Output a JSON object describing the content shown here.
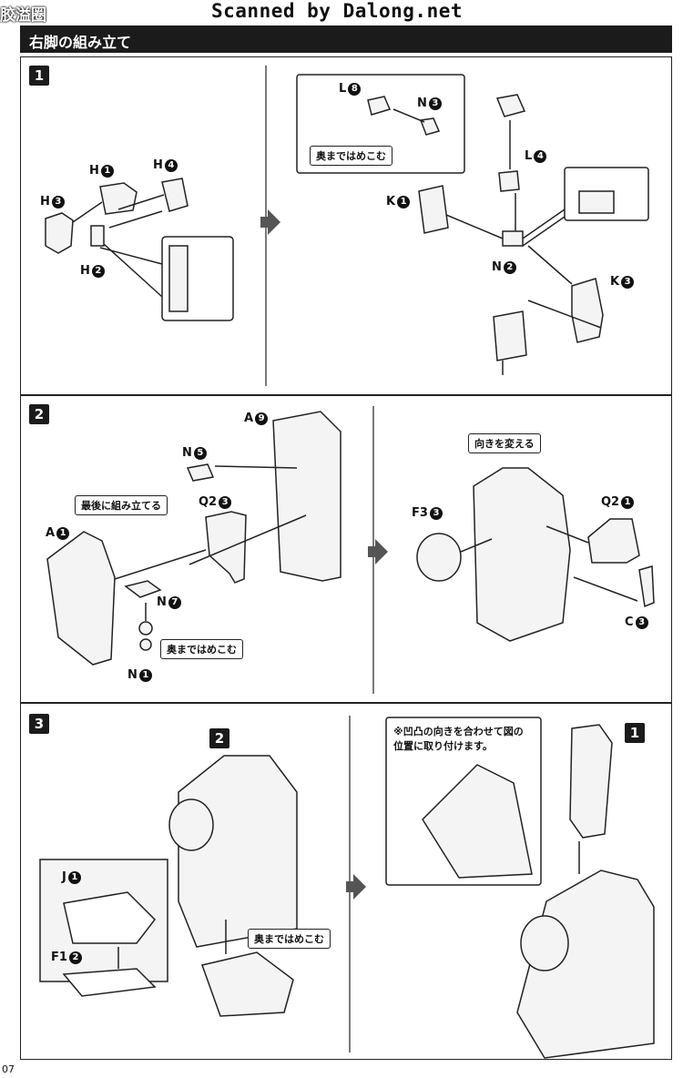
{
  "watermark": "Scanned by Dalong.net",
  "corner_logo": "胶溢圈",
  "header": {
    "title": "右脚の組み立て"
  },
  "page_number": "07",
  "steps": [
    {
      "badge": "1",
      "left_parts": {
        "h1": "H",
        "h1_num": "1",
        "h2": "H",
        "h2_num": "2",
        "h3": "H",
        "h3_num": "3",
        "h4": "H",
        "h4_num": "4"
      },
      "right_parts": {
        "l8": "L",
        "l8_num": "8",
        "n3": "N",
        "n3_num": "3",
        "l4": "L",
        "l4_num": "4",
        "k1": "K",
        "k1_num": "1",
        "n2": "N",
        "n2_num": "2",
        "k3": "K",
        "k3_num": "3"
      },
      "note_push": "奥まではめこむ"
    },
    {
      "badge": "2",
      "left_parts": {
        "a9": "A",
        "a9_num": "9",
        "n5": "N",
        "n5_num": "5",
        "q23": "Q2",
        "q23_num": "3",
        "a1": "A",
        "a1_num": "1",
        "n7": "N",
        "n7_num": "7",
        "n1": "N",
        "n1_num": "1"
      },
      "note_last": "最後に組み立てる",
      "note_push": "奥まではめこむ",
      "right_parts": {
        "f33": "F3",
        "f33_num": "3",
        "q21": "Q2",
        "q21_num": "1",
        "c3": "C",
        "c3_num": "3"
      },
      "note_direction": "向きを変える"
    },
    {
      "badge": "3",
      "sub_badge_2": "2",
      "sub_badge_1": "1",
      "left_parts": {
        "j1": "J",
        "j1_num": "1",
        "f12": "F1",
        "f12_num": "2"
      },
      "note_push": "奥まではめこむ",
      "note_align_line1": "※凹凸の向きを合わせて図の",
      "note_align_line2": "位置に取り付けます。"
    }
  ]
}
